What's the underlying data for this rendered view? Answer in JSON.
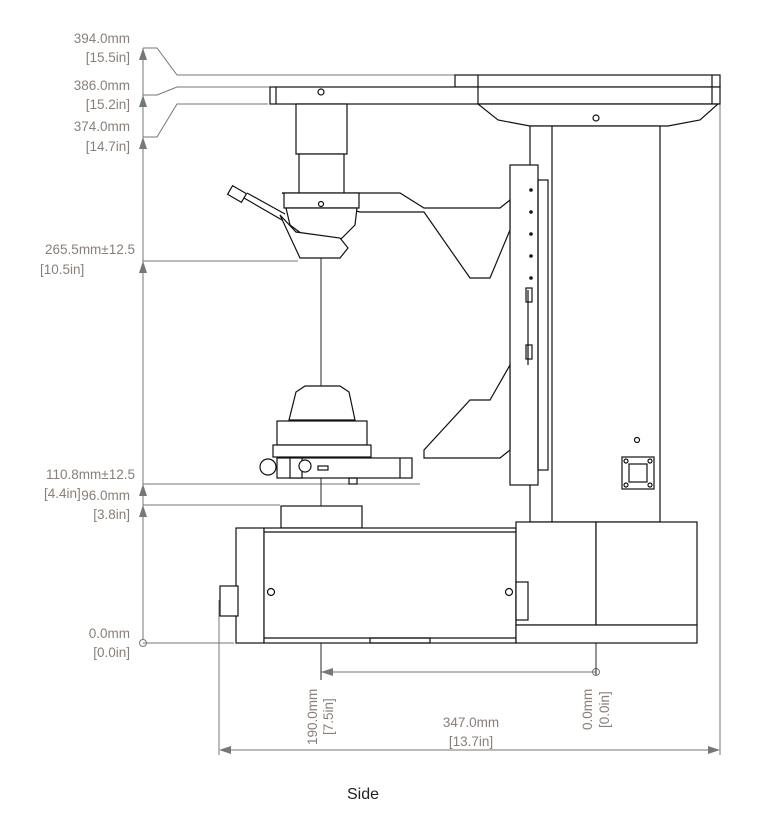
{
  "view_label": "Side",
  "colors": {
    "dimension_text": "#8a7f78",
    "outline": "#111111",
    "dimension_line": "#777777"
  },
  "vertical_dimensions": [
    {
      "mm": "394.0mm",
      "in": "[15.5in]"
    },
    {
      "mm": "386.0mm",
      "in": "[15.2in]"
    },
    {
      "mm": "374.0mm",
      "in": "[14.7in]"
    },
    {
      "mm": "265.5mm±12.5",
      "in": "[10.5in]"
    },
    {
      "mm": "110.8mm±12.5",
      "in": "[4.4in]"
    },
    {
      "mm": "96.0mm",
      "in": "[3.8in]"
    },
    {
      "mm": "0.0mm",
      "in": "[0.0in]"
    }
  ],
  "horizontal_dimensions": [
    {
      "mm": "190.0mm",
      "in": "[7.5in]"
    },
    {
      "mm": "0.0mm",
      "in": "[0.0in]"
    },
    {
      "mm": "347.0mm",
      "in": "[13.7in]"
    }
  ]
}
